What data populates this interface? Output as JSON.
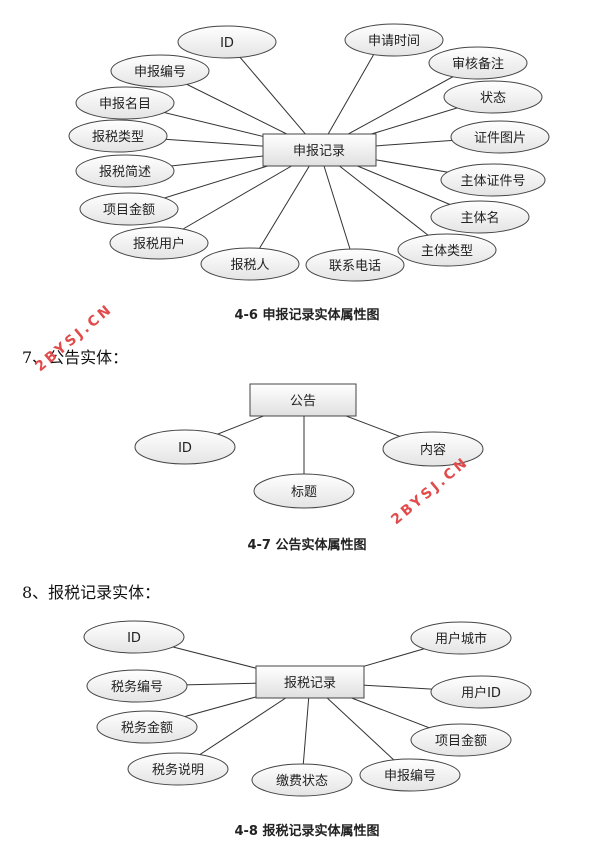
{
  "diagram1": {
    "entity": "申报记录",
    "attributes": [
      "ID",
      "申请时间",
      "申报编号",
      "审核备注",
      "申报名目",
      "状态",
      "报税类型",
      "证件图片",
      "报税简述",
      "主体证件号",
      "项目金额",
      "主体名",
      "报税用户",
      "主体类型",
      "报税人",
      "联系电话"
    ],
    "caption": "4-6 申报记录实体属性图"
  },
  "section7": {
    "heading": "7、公告实体："
  },
  "diagram2": {
    "entity": "公告",
    "attributes": [
      "ID",
      "内容",
      "标题"
    ],
    "caption": "4-7 公告实体属性图"
  },
  "section8": {
    "heading": "8、报税记录实体："
  },
  "diagram3": {
    "entity": "报税记录",
    "attributes": [
      "ID",
      "用户城市",
      "税务编号",
      "用户ID",
      "税务金额",
      "项目金额",
      "税务说明",
      "缴费状态",
      "申报编号"
    ],
    "caption": "4-8 报税记录实体属性图"
  },
  "watermarks": [
    "2BYSJ.CN",
    "2BYSJ.CN"
  ],
  "colors": {
    "watermark": "#e14b4b",
    "stroke": "#444444"
  }
}
